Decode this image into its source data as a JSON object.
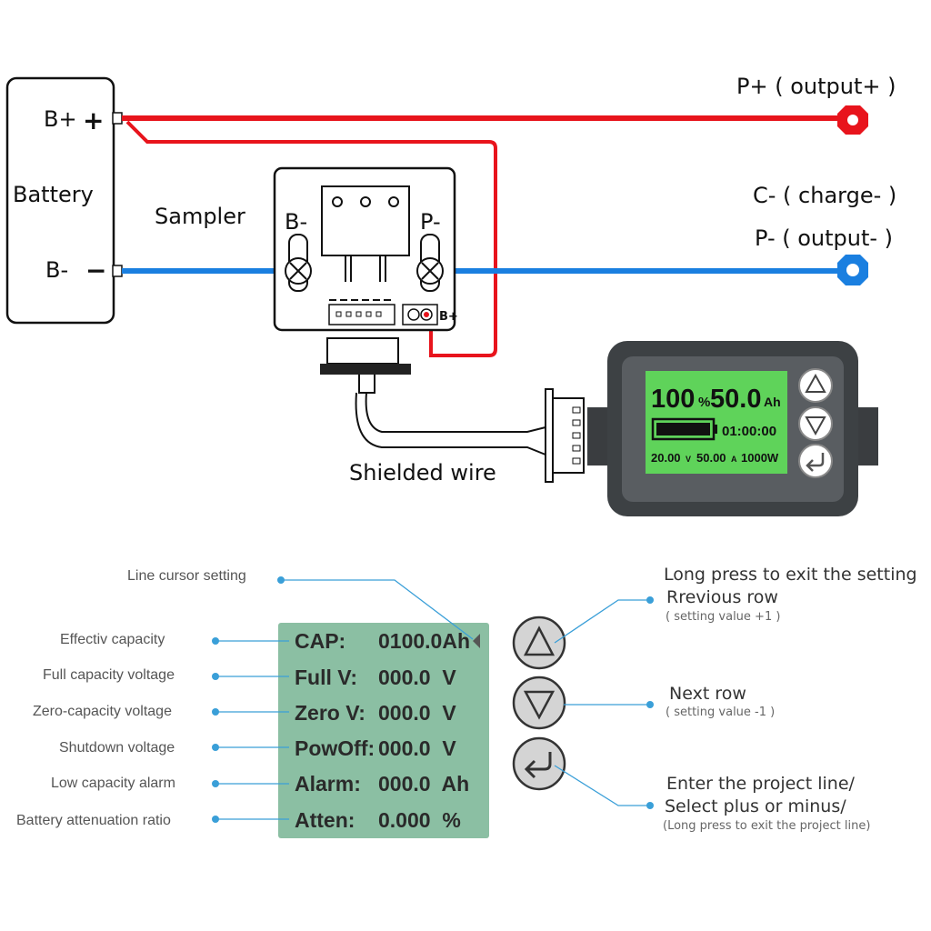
{
  "wiring": {
    "battery_label": "Battery",
    "battery_pos_label": "B+",
    "battery_pos_symbol": "+",
    "battery_neg_label": "B-",
    "battery_neg_symbol": "−",
    "sampler_label": "Sampler",
    "sampler_bminus": "B-",
    "sampler_pminus": "P-",
    "sampler_bplus": "B+",
    "output_pos": "P+ ( output+ )",
    "charge_neg": "C- ( charge- )",
    "output_neg": "P- ( output- )",
    "shielded_wire": "Shielded wire"
  },
  "display": {
    "percent": "100",
    "percent_unit": "%",
    "capacity": "50.0",
    "capacity_unit": "Ah",
    "time": "01:00:00",
    "voltage": "20.00",
    "voltage_unit": "V",
    "current": "50.00",
    "current_unit": "A",
    "power": "1000W"
  },
  "settings_menu": {
    "rows": [
      {
        "key": "CAP:",
        "value": "0100.0Ah",
        "callout": "Effectiv capacity"
      },
      {
        "key": "Full V:",
        "value": "000.0  V",
        "callout": "Full capacity voltage"
      },
      {
        "key": "Zero V:",
        "value": "000.0  V",
        "callout": "Zero-capacity voltage"
      },
      {
        "key": "PowOff:",
        "value": "000.0  V",
        "callout": "Shutdown voltage"
      },
      {
        "key": "Alarm:",
        "value": "000.0  Ah",
        "callout": "Low capacity alarm"
      },
      {
        "key": "Atten:",
        "value": "0.000  %",
        "callout": "Battery attenuation ratio"
      }
    ],
    "cursor_callout": "Line cursor setting"
  },
  "buttons": {
    "up": {
      "line1": "Long press to exit the setting",
      "line2": "Rrevious row",
      "note": "( setting value +1 )"
    },
    "down": {
      "line1": "Next row",
      "note": "( setting value -1 )"
    },
    "enter": {
      "line1": "Enter the project line/",
      "line2": "Select plus or minus/",
      "note": "(Long press to exit the project line)"
    }
  },
  "colors": {
    "positive_wire": "#e8141c",
    "negative_wire": "#1a7fe0",
    "lcd_green": "#5fd35a",
    "menu_green": "#8bbfa3",
    "callout_blue": "#3a9fd8"
  }
}
